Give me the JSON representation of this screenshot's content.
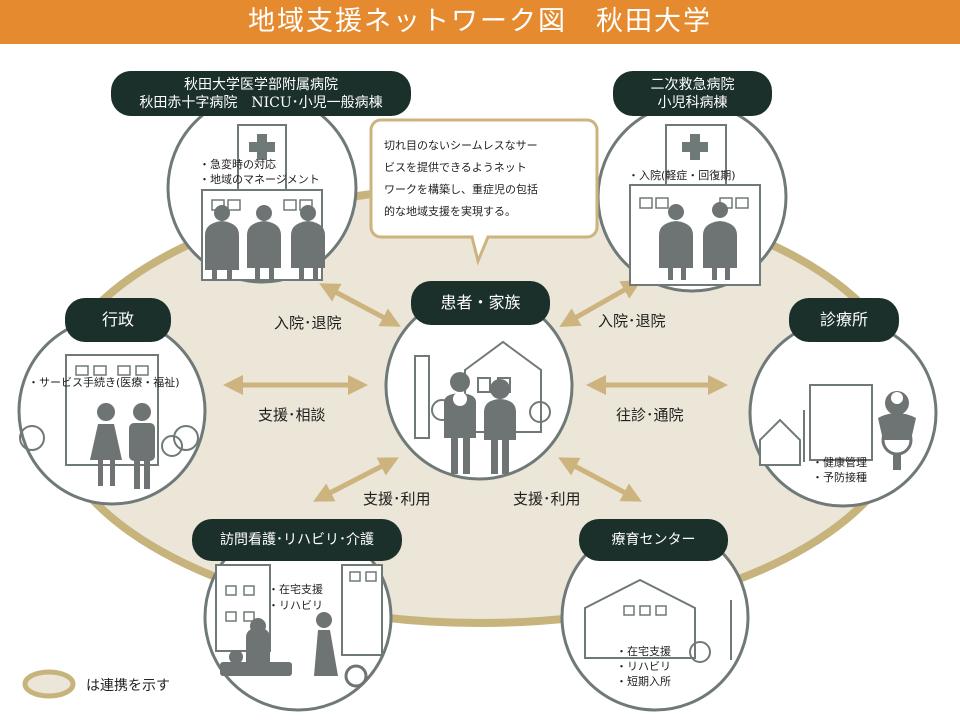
{
  "header": {
    "title": "地域支援ネットワーク図　秋田大学"
  },
  "center": {
    "label": "患者・家族"
  },
  "bubble": {
    "text": [
      "切れ目のないシームレスなサー",
      "ビスを提供できるようネット",
      "ワークを構築し、重症児の包括",
      "的な地域支援を実現する。"
    ]
  },
  "nodes": {
    "university_hospital": {
      "label": [
        "秋田大学医学部附属病院",
        "秋田赤十字病院　NICU･小児一般病棟"
      ],
      "notes": [
        "・急変時の対応",
        "・地域のマネージメント"
      ]
    },
    "secondary_hospital": {
      "label": [
        "二次救急病院",
        "小児科病棟"
      ],
      "notes": [
        "・入院(軽症・回復期)"
      ]
    },
    "government": {
      "label": "行政",
      "notes": [
        "・サービス手続き(医療・福祉)"
      ]
    },
    "clinic": {
      "label": "診療所",
      "notes": [
        "・健康管理",
        "・予防接種"
      ]
    },
    "home_nursing": {
      "label": "訪問看護･リハビリ･介護",
      "notes": [
        "・在宅支援",
        "・リハビリ"
      ]
    },
    "rehab_center": {
      "label": "療育センター",
      "notes": [
        "・在宅支援",
        "・リハビリ",
        "・短期入所"
      ]
    }
  },
  "links": {
    "left_top": "入院･退院",
    "right_top": "入院･退院",
    "left_mid": "支援･相談",
    "right_mid": "往診･通院",
    "left_bottom": "支援･利用",
    "right_bottom": "支援･利用"
  },
  "legend": {
    "text": "は連携を示す"
  },
  "colors": {
    "title_bg": "#e58a2e",
    "label_bg": "#1b302b",
    "ellipse_fill": "#ebe6d7",
    "ellipse_stroke": "#c7b47c",
    "arrow": "#cdb47e",
    "circle_stroke": "#6f7a78",
    "figure": "#6e7473"
  }
}
